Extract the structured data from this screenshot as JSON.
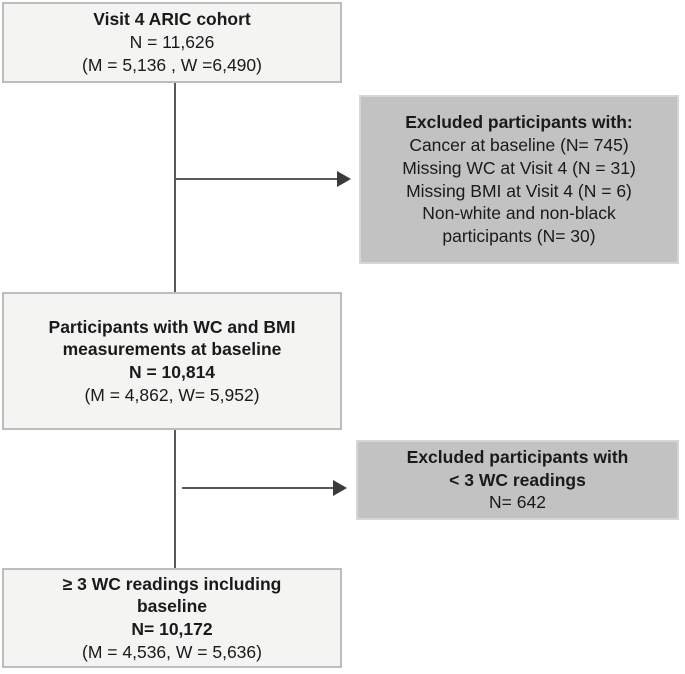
{
  "diagram": {
    "title": "ARIC Visit 4 cohort participant flow diagram",
    "type": "flowchart",
    "colors": {
      "light_box_fill": "#f4f4f3",
      "light_box_border": "#bdbdbd",
      "shaded_box_fill": "#c2c2c2",
      "shaded_box_border": "#d6d6d6",
      "connector": "#595959",
      "arrow_head": "#3a3a3a",
      "text": "#1a1a1a"
    }
  },
  "nodes": {
    "cohort": {
      "style": "light",
      "lines": [
        {
          "text": "Visit 4 ARIC cohort",
          "bold": true
        },
        {
          "text": "N = 11,626",
          "bold": false
        },
        {
          "text": "(M = 5,136 , W =6,490)",
          "bold": false
        }
      ],
      "counts": {
        "total": 11626,
        "men": 5136,
        "women": 6490
      }
    },
    "excluded_1": {
      "style": "shaded",
      "lines": [
        {
          "text": "Excluded participants with:",
          "bold": true
        },
        {
          "text": "Cancer at baseline (N= 745)",
          "bold": false
        },
        {
          "text": "Missing WC at Visit 4 (N = 31)",
          "bold": false
        },
        {
          "text": "Missing BMI at Visit 4 (N = 6)",
          "bold": false
        },
        {
          "text": "Non-white and non-black",
          "bold": false
        },
        {
          "text": "participants (N= 30)",
          "bold": false
        }
      ],
      "counts": {
        "cancer_at_baseline": 745,
        "missing_wc_visit4": 31,
        "missing_bmi_visit4": 6,
        "non_white_non_black": 30
      }
    },
    "participants": {
      "style": "light",
      "lines": [
        {
          "text": "Participants with WC and BMI",
          "bold": true
        },
        {
          "text": "measurements at baseline",
          "bold": true
        },
        {
          "text": "N = 10,814",
          "bold": true
        },
        {
          "text": "(M = 4,862, W= 5,952)",
          "bold": false
        }
      ],
      "counts": {
        "total": 10814,
        "men": 4862,
        "women": 5952
      }
    },
    "excluded_2": {
      "style": "shaded",
      "lines": [
        {
          "text": "Excluded participants with",
          "bold": true
        },
        {
          "text": "< 3 WC readings",
          "bold": true
        },
        {
          "text": "N= 642",
          "bold": false
        }
      ],
      "counts": {
        "total": 642
      }
    },
    "final": {
      "style": "light",
      "lines": [
        {
          "text": "≥ 3 WC readings including",
          "bold": true
        },
        {
          "text": "baseline",
          "bold": true
        },
        {
          "text": "N= 10,172",
          "bold": true
        },
        {
          "text": "(M = 4,536, W = 5,636)",
          "bold": false
        }
      ],
      "counts": {
        "total": 10172,
        "men": 4536,
        "women": 5636
      }
    }
  }
}
